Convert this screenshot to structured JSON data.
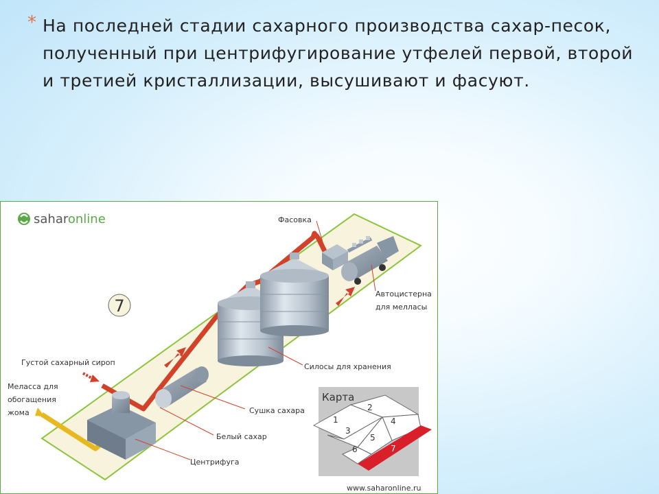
{
  "slide": {
    "bullet_symbol": "*",
    "bullet_text": "На последней стадии сахарного производства сахар-песок, полученный при центрифугирование утфелей первой, второй и третией кристаллизации, высушивают и фасуют."
  },
  "figure": {
    "brand": {
      "part1": "sahar",
      "part2": "onl",
      "part3": "i",
      "part4": "ne"
    },
    "stage_number": "7",
    "labels": {
      "packaging": "Фасовка",
      "tanker_line1": "Автоцистерна",
      "tanker_line2": "для мелласы",
      "silos": "Силосы для хранения",
      "syrup": "Густой сахарный сироп",
      "molasses_line1": "Меласса для",
      "molasses_line2": "обогащения",
      "molasses_line3": "жома",
      "dryer": "Сушка сахара",
      "white_sugar": "Белый сахар",
      "centrifuge": "Центрифуга"
    },
    "map": {
      "title": "Карта",
      "cells": [
        "1",
        "2",
        "3",
        "4",
        "5",
        "6",
        "7"
      ],
      "active": "7"
    },
    "website": "www.saharonline.ru"
  },
  "colors": {
    "bullet": "#e07050",
    "pipe_red": "#d2422b",
    "pipe_yellow": "#e8b820",
    "conveyor": "#f7f3dc",
    "conveyor_border": "#8cc43c",
    "brand_green": "#5aa846",
    "map_active": "#d9202a"
  }
}
